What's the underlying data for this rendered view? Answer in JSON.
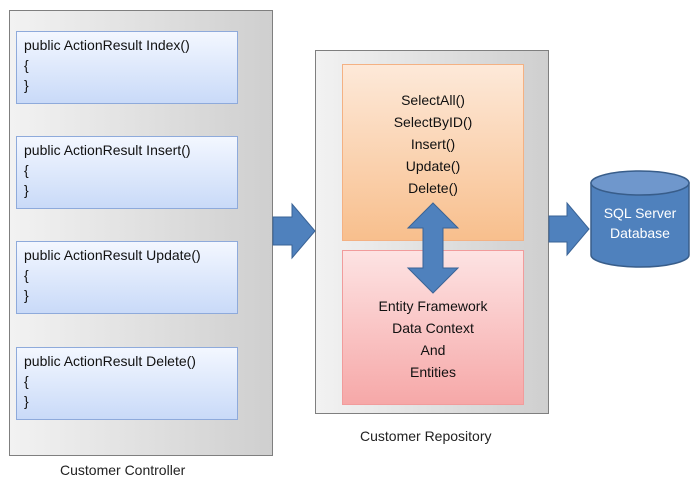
{
  "controller": {
    "caption": "Customer Controller",
    "methods": [
      {
        "signature": "public ActionResult Index()",
        "open": "{",
        "close": "}"
      },
      {
        "signature": "public ActionResult Insert()",
        "open": "{",
        "close": "}"
      },
      {
        "signature": "public ActionResult Update()",
        "open": "{",
        "close": "}"
      },
      {
        "signature": "public ActionResult Delete()",
        "open": "{",
        "close": "}"
      }
    ]
  },
  "repository": {
    "caption": "Customer Repository",
    "operations": [
      "SelectAll()",
      "SelectByID()",
      "Insert()",
      "Update()",
      "Delete()"
    ],
    "context_lines": [
      "Entity Framework",
      "Data Context",
      "And",
      "Entities"
    ]
  },
  "database": {
    "line1": "SQL Server",
    "line2": "Database"
  },
  "colors": {
    "arrow": "#4f81bd",
    "database": "#4f81bd",
    "method_fill": "#c9daf8",
    "operations_fill": "#f8bf8d",
    "context_fill": "#f6a8a8"
  }
}
